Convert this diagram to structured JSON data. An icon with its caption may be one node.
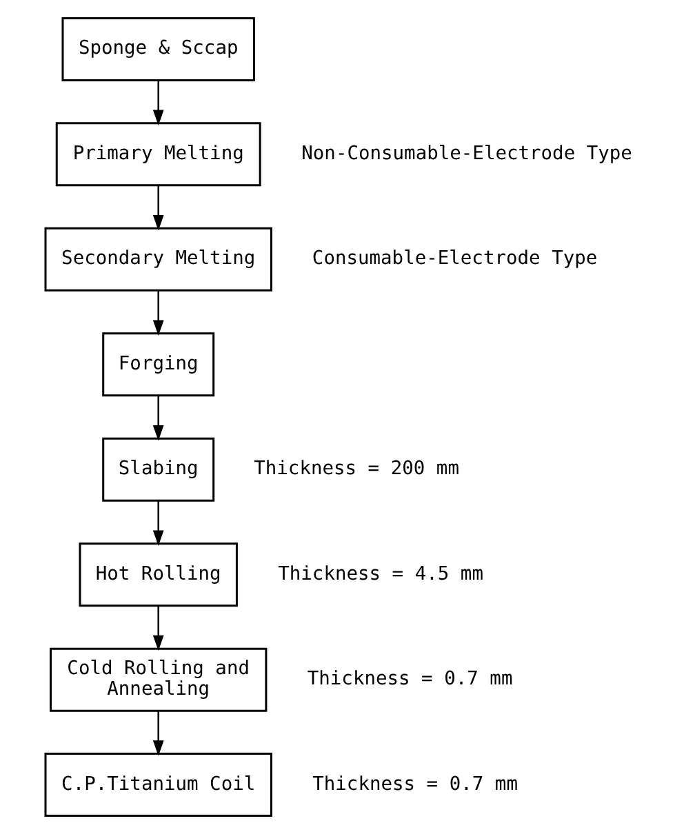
{
  "diagram": {
    "nodes": [
      {
        "text": [
          "Sponge & Sccap"
        ]
      },
      {
        "text": [
          "Primary Melting"
        ],
        "beside": [
          "Non-Consumable-Electrode Type"
        ]
      },
      {
        "text": [
          "Secondary Melting"
        ],
        "beside": [
          "Consumable-Electrode Type"
        ]
      },
      {
        "text": [
          "Forging"
        ]
      },
      {
        "text": [
          "Slabing"
        ],
        "beside": [
          "Thickness = 200 mm"
        ]
      },
      {
        "text": [
          "Hot Rolling"
        ],
        "beside": [
          "Thickness = 4.5 mm"
        ]
      },
      {
        "text": [
          "Cold Rolling and Annealing"
        ],
        "beside": [
          "Thickness = 0.7 mm"
        ]
      },
      {
        "text": [
          "C.P.Titanium Coil"
        ],
        "beside": [
          "Thickness = 0.7 mm"
        ]
      }
    ],
    "edges": [
      {
        "from": 0,
        "to": 1,
        "arrow": "to"
      },
      {
        "from": 1,
        "to": 2,
        "arrow": "to"
      },
      {
        "from": 2,
        "to": 3,
        "arrow": "to"
      },
      {
        "from": 3,
        "to": 4,
        "arrow": "to"
      },
      {
        "from": 4,
        "to": 5,
        "arrow": "to"
      },
      {
        "from": 5,
        "to": 6,
        "arrow": "to"
      },
      {
        "from": 6,
        "to": 7,
        "arrow": "to"
      }
    ]
  }
}
